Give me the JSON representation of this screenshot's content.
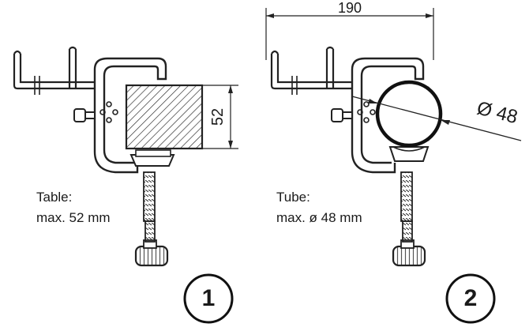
{
  "panels": [
    {
      "id": "1",
      "number": "1",
      "caption_line1": "Table:",
      "caption_line2": "max. 52 mm",
      "dimension_label": "52"
    },
    {
      "id": "2",
      "number": "2",
      "caption_line1": "Tube:",
      "caption_line2": "max. ø 48 mm",
      "dimension_label": "190",
      "diameter_label": "Ø 48"
    }
  ]
}
